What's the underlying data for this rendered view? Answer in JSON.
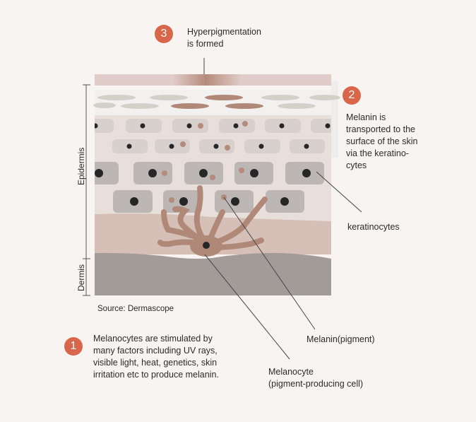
{
  "title": "Hyperpigmentation formation diagram",
  "accent_color": "#d9654a",
  "steps": [
    {
      "number": "1",
      "text": [
        "Melanocytes are stimulated by",
        "many factors including UV rays,",
        "visible light, heat, genetics, skin",
        "irritation etc to produce melanin."
      ]
    },
    {
      "number": "2",
      "text": [
        "Melanin is",
        "transported to the",
        "surface of the skin",
        "via the keratino-",
        "cytes"
      ]
    },
    {
      "number": "3",
      "text": [
        "Hyperpigmentation",
        "is formed"
      ]
    }
  ],
  "labels": {
    "keratinocytes": "keratinocytes",
    "melanin": "Melanin(pigment)",
    "melanocyte": [
      "Melanocyte",
      "(pigment-producing cell)"
    ],
    "epidermis": "Epidermis",
    "dermis": "Dermis",
    "source": "Source: Dermascope"
  }
}
